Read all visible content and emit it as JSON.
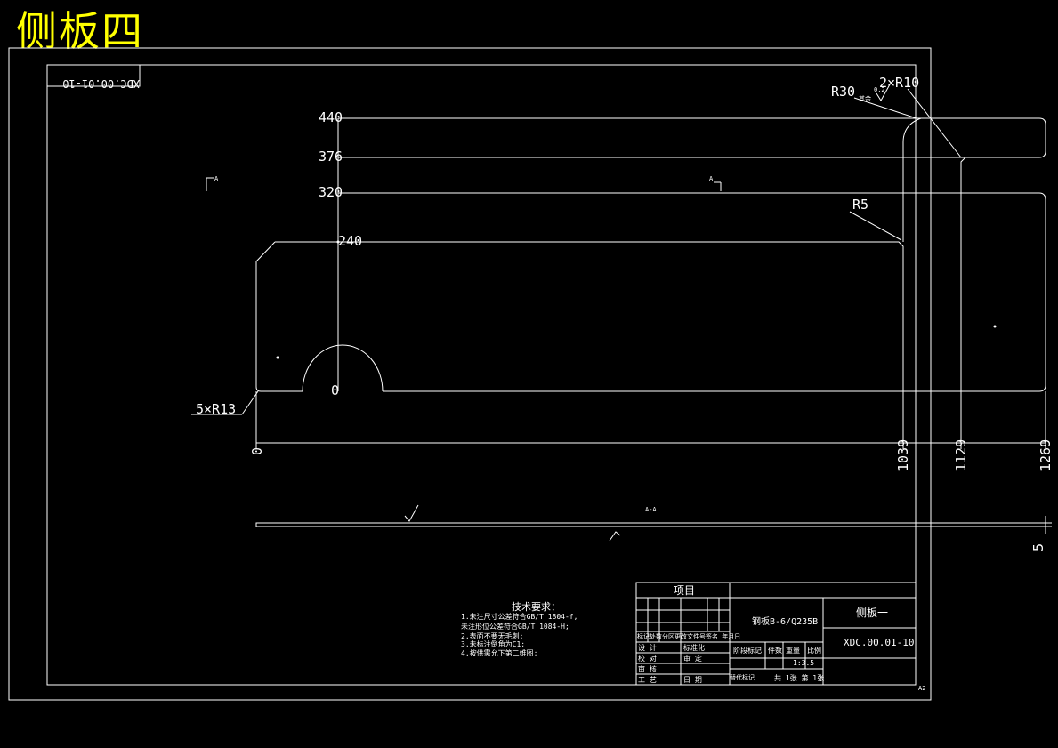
{
  "title": "侧板四",
  "drawing_code_rotated": "XDC.00.01-10",
  "dimensions": {
    "y_labels": [
      "440",
      "376",
      "320",
      "240",
      "0"
    ],
    "x_labels": [
      "0",
      "1039",
      "1129",
      "1269"
    ],
    "r30": "R30",
    "r10": "2×R10",
    "r5": "R5",
    "r13": "5×R13",
    "thickness": "5",
    "roughness": "0.2",
    "roughness_note": "其余"
  },
  "section_marks": {
    "cut_a_left": "A",
    "cut_a_right": "A",
    "section_title": "A-A"
  },
  "tech_requirements": {
    "heading": "技术要求：",
    "lines": [
      "1.未注尺寸公差符合GB/T 1804-f,",
      "  未注形位公差符合GB/T 1084-H;",
      "2.表面不要无毛刺;",
      "3.未标注倒角为C1;",
      "4.按供需允下第二维图;"
    ]
  },
  "title_block": {
    "project": "项目",
    "material": "钢板B-6/Q235B",
    "part_name": "侧板一",
    "code": "XDC.00.01-10",
    "rev_row": "标记处数分区更改文件号签名 年月日",
    "design": "设 计",
    "standardize": "标准化",
    "check": "校 对",
    "review": "审 定",
    "audit": "审 核",
    "process": "工 艺",
    "date": "日 期",
    "stage_mark": "阶段标记",
    "quantity": "件数",
    "weight": "重量",
    "scale_label": "比例",
    "scale": "1:3.5",
    "sheet_info": "共 1张 第 1张",
    "version": "替代标记",
    "sheet_size": "A2"
  }
}
